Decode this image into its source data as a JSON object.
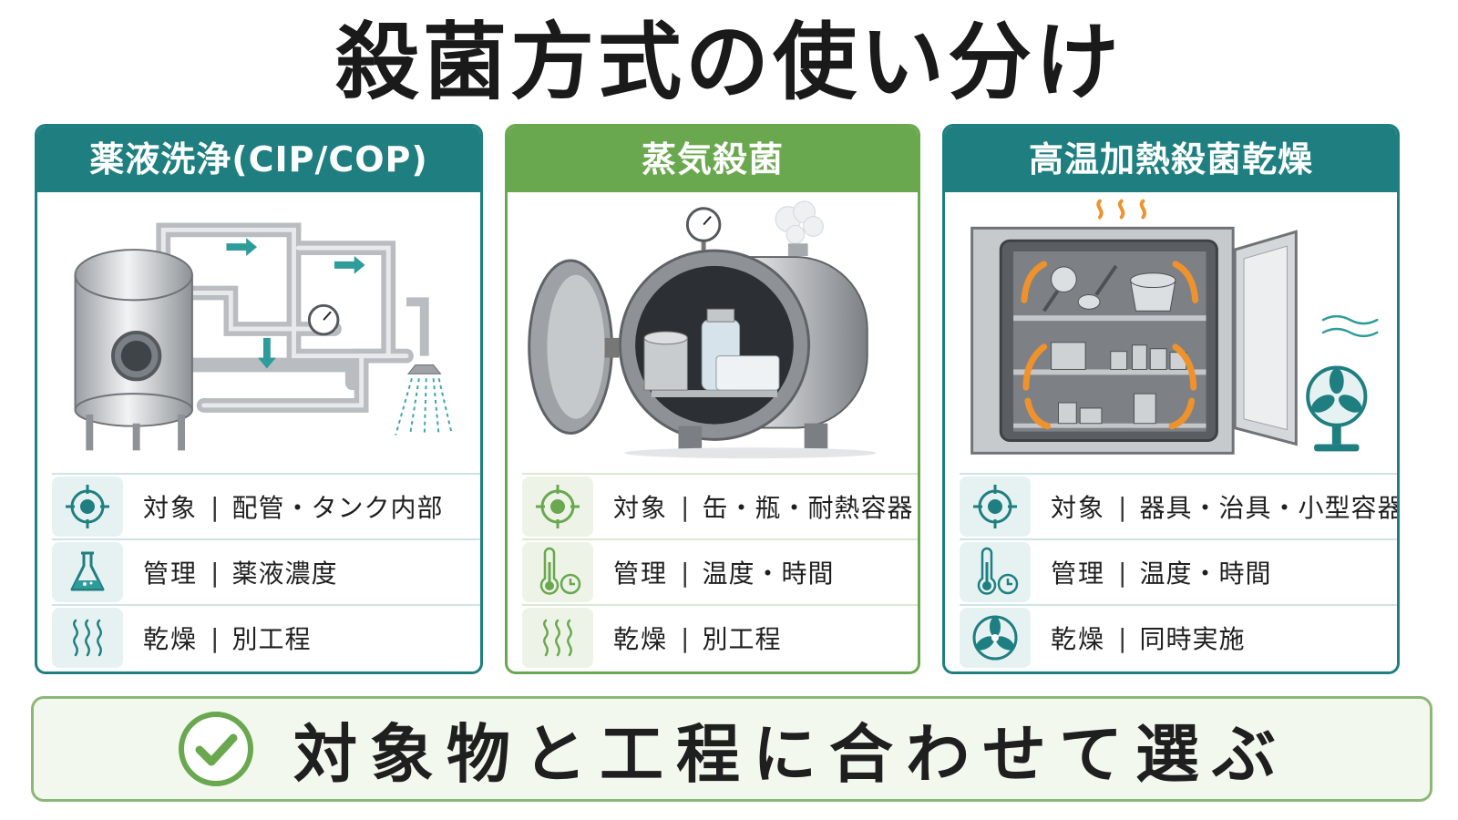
{
  "title": "殺菌方式の使い分け",
  "panels": [
    {
      "heading": "薬液洗浄(CIP/COP)",
      "rows": [
        {
          "label": "対象",
          "value": "配管・タンク内部",
          "icon": "target-icon"
        },
        {
          "label": "管理",
          "value": "薬液濃度",
          "icon": "flask-icon"
        },
        {
          "label": "乾燥",
          "value": "別工程",
          "icon": "heat-waves-icon"
        }
      ]
    },
    {
      "heading": "蒸気殺菌",
      "rows": [
        {
          "label": "対象",
          "value": "缶・瓶・耐熱容器",
          "icon": "target-icon"
        },
        {
          "label": "管理",
          "value": "温度・時間",
          "icon": "thermometer-clock-icon"
        },
        {
          "label": "乾燥",
          "value": "別工程",
          "icon": "heat-waves-icon"
        }
      ]
    },
    {
      "heading": "高温加熱殺菌乾燥",
      "rows": [
        {
          "label": "対象",
          "value": "器具・治具・小型容器・手指",
          "icon": "target-icon"
        },
        {
          "label": "管理",
          "value": "温度・時間",
          "icon": "thermometer-clock-icon"
        },
        {
          "label": "乾燥",
          "value": "同時実施",
          "icon": "fan-icon"
        }
      ]
    }
  ],
  "separator": "|",
  "footer": {
    "text": "対象物と工程に合わせて選ぶ",
    "icon": "check-circle-icon"
  },
  "colors": {
    "teal": "#1f7f80",
    "green": "#6aa84f",
    "orange": "#f0922b"
  }
}
